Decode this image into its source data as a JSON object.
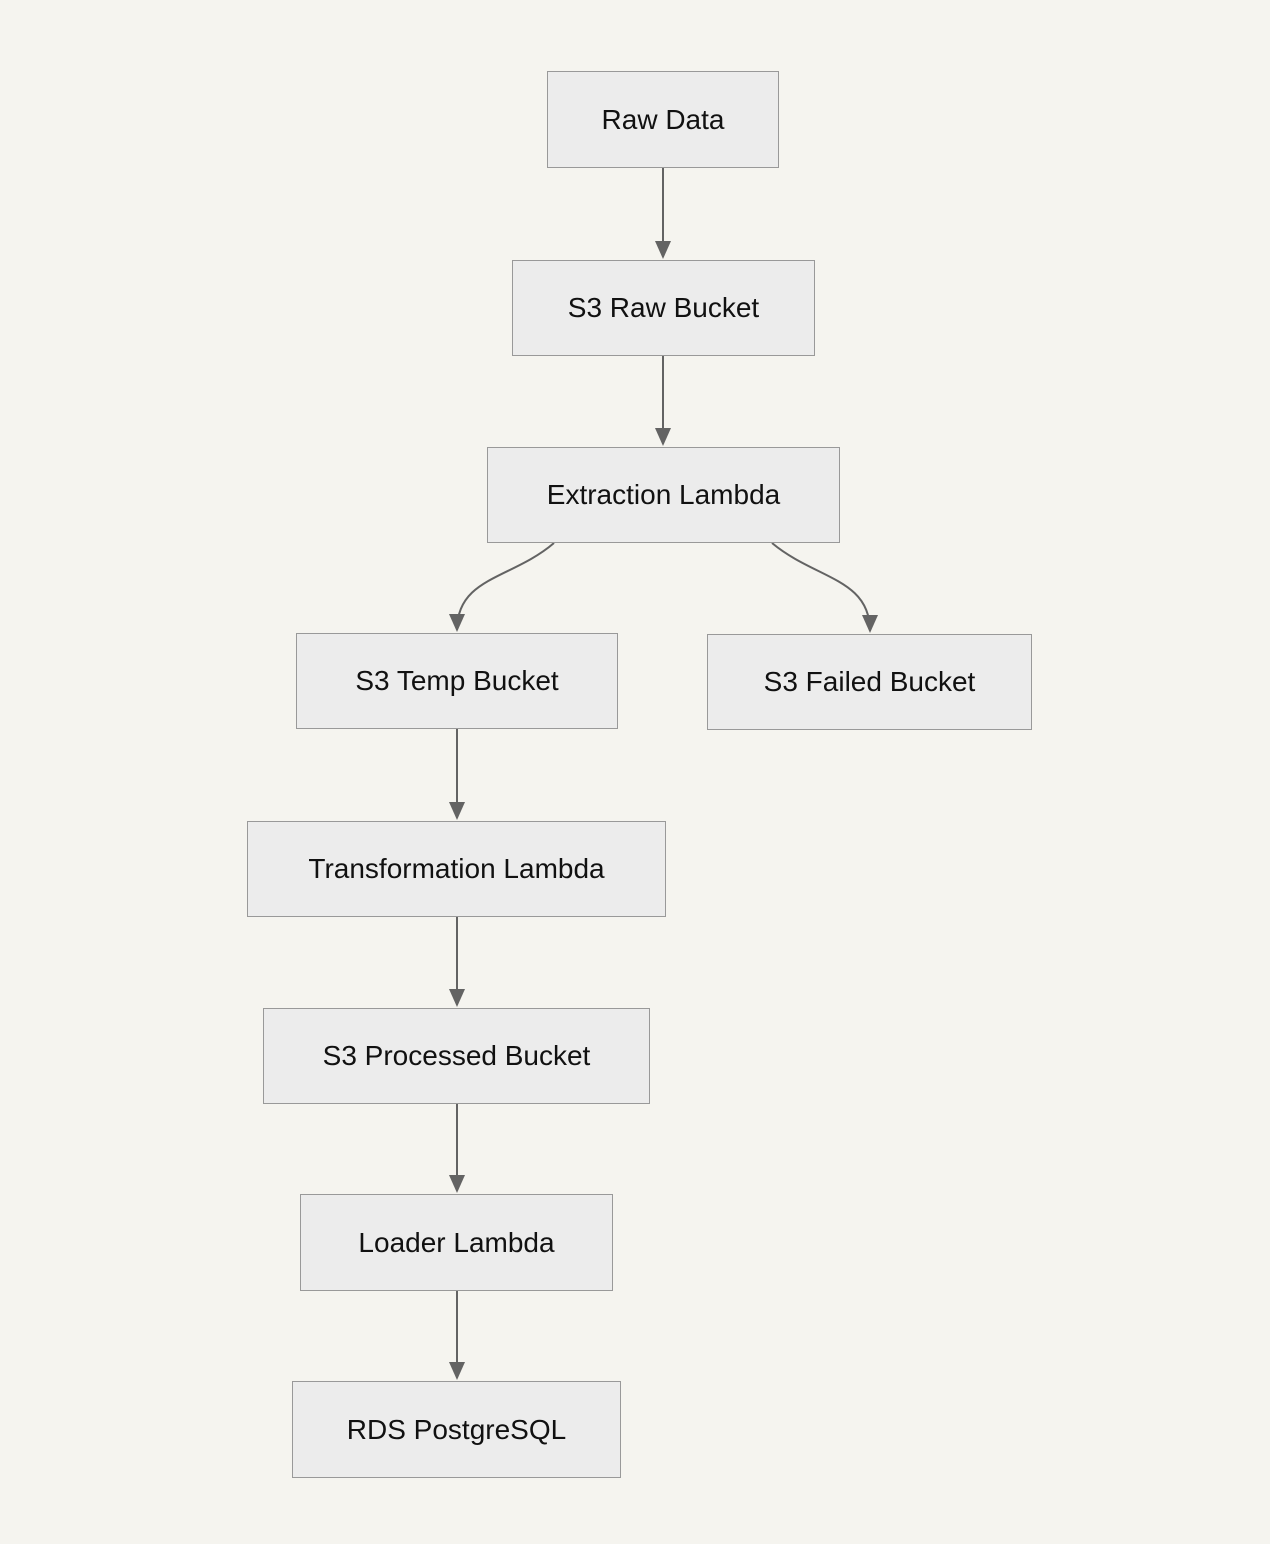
{
  "diagram": {
    "type": "flowchart",
    "direction": "top-down",
    "nodes": [
      {
        "id": "raw-data",
        "label": "Raw Data"
      },
      {
        "id": "s3-raw-bucket",
        "label": "S3 Raw Bucket"
      },
      {
        "id": "extraction-lambda",
        "label": "Extraction Lambda"
      },
      {
        "id": "s3-temp-bucket",
        "label": "S3 Temp Bucket"
      },
      {
        "id": "s3-failed-bucket",
        "label": "S3 Failed Bucket"
      },
      {
        "id": "transformation-lambda",
        "label": "Transformation Lambda"
      },
      {
        "id": "s3-processed-bucket",
        "label": "S3 Processed Bucket"
      },
      {
        "id": "loader-lambda",
        "label": "Loader Lambda"
      },
      {
        "id": "rds-postgresql",
        "label": "RDS PostgreSQL"
      }
    ],
    "edges": [
      {
        "from": "Raw Data",
        "to": "S3 Raw Bucket"
      },
      {
        "from": "S3 Raw Bucket",
        "to": "Extraction Lambda"
      },
      {
        "from": "Extraction Lambda",
        "to": "S3 Temp Bucket"
      },
      {
        "from": "Extraction Lambda",
        "to": "S3 Failed Bucket"
      },
      {
        "from": "S3 Temp Bucket",
        "to": "Transformation Lambda"
      },
      {
        "from": "Transformation Lambda",
        "to": "S3 Processed Bucket"
      },
      {
        "from": "S3 Processed Bucket",
        "to": "Loader Lambda"
      },
      {
        "from": "Loader Lambda",
        "to": "RDS PostgreSQL"
      }
    ],
    "colors": {
      "background": "#f5f4ef",
      "node_fill": "#ececec",
      "node_border": "#999999",
      "edge": "#636363",
      "text": "#111111"
    }
  }
}
